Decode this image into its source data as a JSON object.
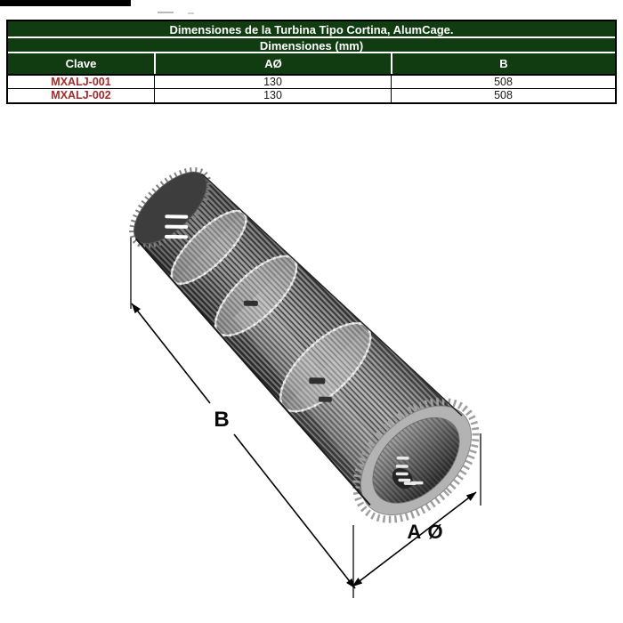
{
  "window": {
    "background": "#FFFFFF",
    "top_left_bar_color": "#000000"
  },
  "table": {
    "title": "Dimensiones de la Turbina Tipo Cortina, AlumCage.",
    "subtitle": "Dimensiones (mm)",
    "columns": [
      "Clave",
      "AØ",
      "B"
    ],
    "rows": [
      {
        "clave": "MXALJ-001",
        "a_diameter_mm": "130",
        "b_length_mm": "508"
      },
      {
        "clave": "MXALJ-002",
        "a_diameter_mm": "130",
        "b_length_mm": "508"
      }
    ],
    "colors": {
      "header_bg": "#113B11",
      "header_text": "#FFFFFF",
      "code_text": "#A22B2B",
      "value_text": "#1A1A1A",
      "grid_border": "#000000",
      "row_bg": "#FFFFFF"
    }
  },
  "diagram": {
    "labels": {
      "length_label": "B",
      "diameter_label": "A Ø"
    },
    "line_color": "#000000"
  }
}
